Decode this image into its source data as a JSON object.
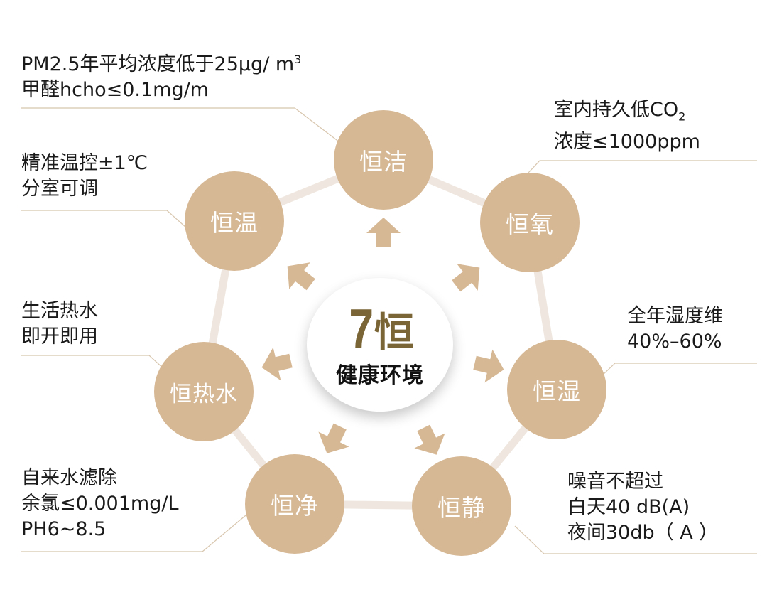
{
  "center": {
    "number": "7",
    "char": "恒",
    "subtitle": "健康环境"
  },
  "colors": {
    "node": "#D6B895",
    "connector": "#EFE7DF",
    "leader": "#D8C6AE",
    "center_text": "#7A6536"
  },
  "nodes": [
    {
      "id": "clean",
      "label": "恒洁"
    },
    {
      "id": "oxygen",
      "label": "恒氧"
    },
    {
      "id": "humidity",
      "label": "恒湿"
    },
    {
      "id": "quiet",
      "label": "恒静"
    },
    {
      "id": "pure",
      "label": "恒净"
    },
    {
      "id": "hotwater",
      "label": "恒热水"
    },
    {
      "id": "temperature",
      "label": "恒温"
    }
  ],
  "labels": {
    "clean": {
      "line1": "PM2.5年平均浓度低于25μg/ m",
      "line1_sup": "3",
      "line2": "甲醛hcho≤0.1mg/m"
    },
    "oxygen": {
      "line1": "室内持久低CO",
      "line1_sub": "2",
      "line2": "浓度≤1000ppm"
    },
    "humidity": {
      "line1": "全年湿度维",
      "line2": "40%–60%"
    },
    "quiet": {
      "line1": "噪音不超过",
      "line2": "白天40 dB(A)",
      "line3": "夜间30db（ A ）"
    },
    "pure": {
      "line1": "自来水滤除",
      "line2": "余氯≤0.001mg/L",
      "line3": "PH6~8.5"
    },
    "hotwater": {
      "line1": "生活热水",
      "line2": "即开即用"
    },
    "temperature": {
      "line1": "精准温控±1℃",
      "line2": "分室可调"
    }
  }
}
